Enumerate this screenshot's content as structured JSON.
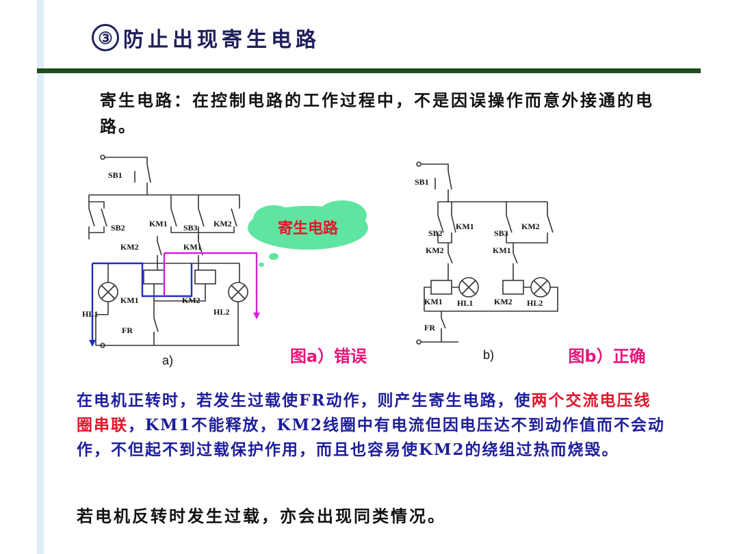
{
  "slide": {
    "title_number": "③",
    "title_text": "防止出现寄生电路",
    "definition": "寄生电路：在控制电路的工作过程中，不是因误操作而意外接通的电路。",
    "paragraph": {
      "part1": "在电机正转时，若发生过载使FR动作，则产生寄生电路，使",
      "highlight": "两个交流电压线圈串联",
      "part2": "，KM1不能释放，KM2线圈中有电流但因电压达不到动作值而不会动作，不但起不到过载保护作用，而且也容易使KM2的绕组过热而烧毁。"
    },
    "footer": "若电机反转时发生过载，亦会出现同类情况。"
  },
  "diagram_a": {
    "labels": {
      "sb1": "SB1",
      "sb2": "SB2",
      "sb3": "SB3",
      "km1_contact": "KM1",
      "km2_contact": "KM2",
      "km2_interlock": "KM2",
      "km1_interlock": "KM1",
      "km1_coil": "KM1",
      "km2_coil": "KM2",
      "hl1": "HL1",
      "hl2": "HL2",
      "fr": "FR"
    },
    "caption": "a)",
    "verdict": "图a）错误",
    "cloud_text": "寄生电路"
  },
  "diagram_b": {
    "labels": {
      "sb1": "SB1",
      "sb2": "SB2",
      "sb3": "SB3",
      "km1_contact": "KM1",
      "km2_contact": "KM2",
      "km2_interlock": "KM2",
      "km1_interlock": "KM1",
      "km1_coil": "KM1",
      "km2_coil": "KM2",
      "hl1": "HL1",
      "hl2": "HL2",
      "fr": "FR"
    },
    "caption": "b)",
    "verdict": "图b）正确"
  },
  "colors": {
    "title": "#1f1f5c",
    "rule": "#1e4d1e",
    "paragraph": "#1d1d9c",
    "highlight": "#e0162a",
    "verdict": "#e8147a",
    "cloud": "#5fe5a0",
    "path_blue": "#1c2fc0",
    "path_magenta": "#d81fd8"
  }
}
